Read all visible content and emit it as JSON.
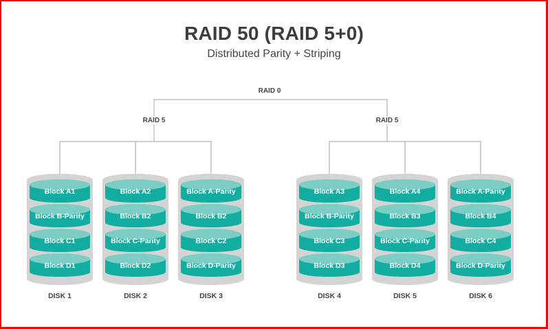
{
  "header": {
    "title": "RAID 50 (RAID 5+0)",
    "subtitle": "Distributed Parity + Striping"
  },
  "colors": {
    "block_body": "#12ada0",
    "block_cap": "#7ccdc4",
    "disk_shell": "#d4d4d4",
    "connector": "#b3b3b3",
    "frame": "#ff0000",
    "text": "#3d3d3d"
  },
  "tree": {
    "root_label": "RAID 0",
    "groups": [
      {
        "label": "RAID 5"
      },
      {
        "label": "RAID 5"
      }
    ]
  },
  "disks": [
    {
      "name": "DISK 1",
      "blocks": [
        "Block A1",
        "Block B-Parity",
        "Block C1",
        "Block D1"
      ]
    },
    {
      "name": "DISK 2",
      "blocks": [
        "Block A2",
        "Block B2",
        "Block C-Parity",
        "Block D2"
      ]
    },
    {
      "name": "DISK 3",
      "blocks": [
        "Block A-Parity",
        "Block B2",
        "Block C2",
        "Block D-Parity"
      ]
    },
    {
      "name": "DISK 4",
      "blocks": [
        "Block A3",
        "Block B-Parity",
        "Block C3",
        "Block D3"
      ]
    },
    {
      "name": "DISK 5",
      "blocks": [
        "Block A4",
        "Block B3",
        "Block C-Parity",
        "Block D4"
      ]
    },
    {
      "name": "DISK 6",
      "blocks": [
        "Block A-Parity",
        "Block B4",
        "Block C4",
        "Block D-Parity"
      ]
    }
  ]
}
